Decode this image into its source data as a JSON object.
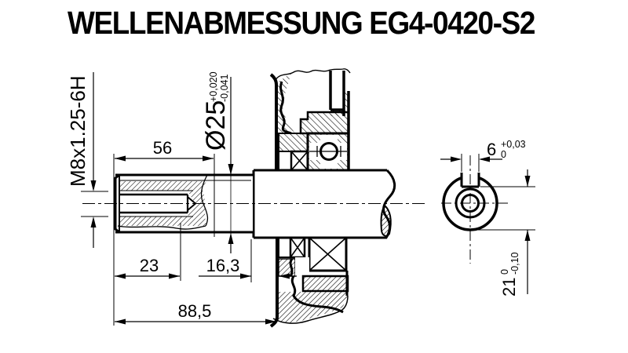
{
  "title": "WELLENABMESSUNG EG4-0420-S2",
  "drawing": {
    "thread_callout": "M8x1.25-6H",
    "dim_shaft_diameter": {
      "value": "Ø25",
      "tol_upper": "+0,020",
      "tol_lower": "-0,041"
    },
    "dim_thread_section_length": "56",
    "dim_thread_depth": "23",
    "dim_step_length": "16,3",
    "dim_total_length": "88,5",
    "dim_keyway_width": {
      "value": "6",
      "tol_upper": "+0,03",
      "tol_lower": "0"
    },
    "dim_keyway_height": {
      "value": "21",
      "tol_upper": "0",
      "tol_lower": "-0,10"
    }
  },
  "colors": {
    "line": "#000000",
    "background": "#ffffff"
  }
}
